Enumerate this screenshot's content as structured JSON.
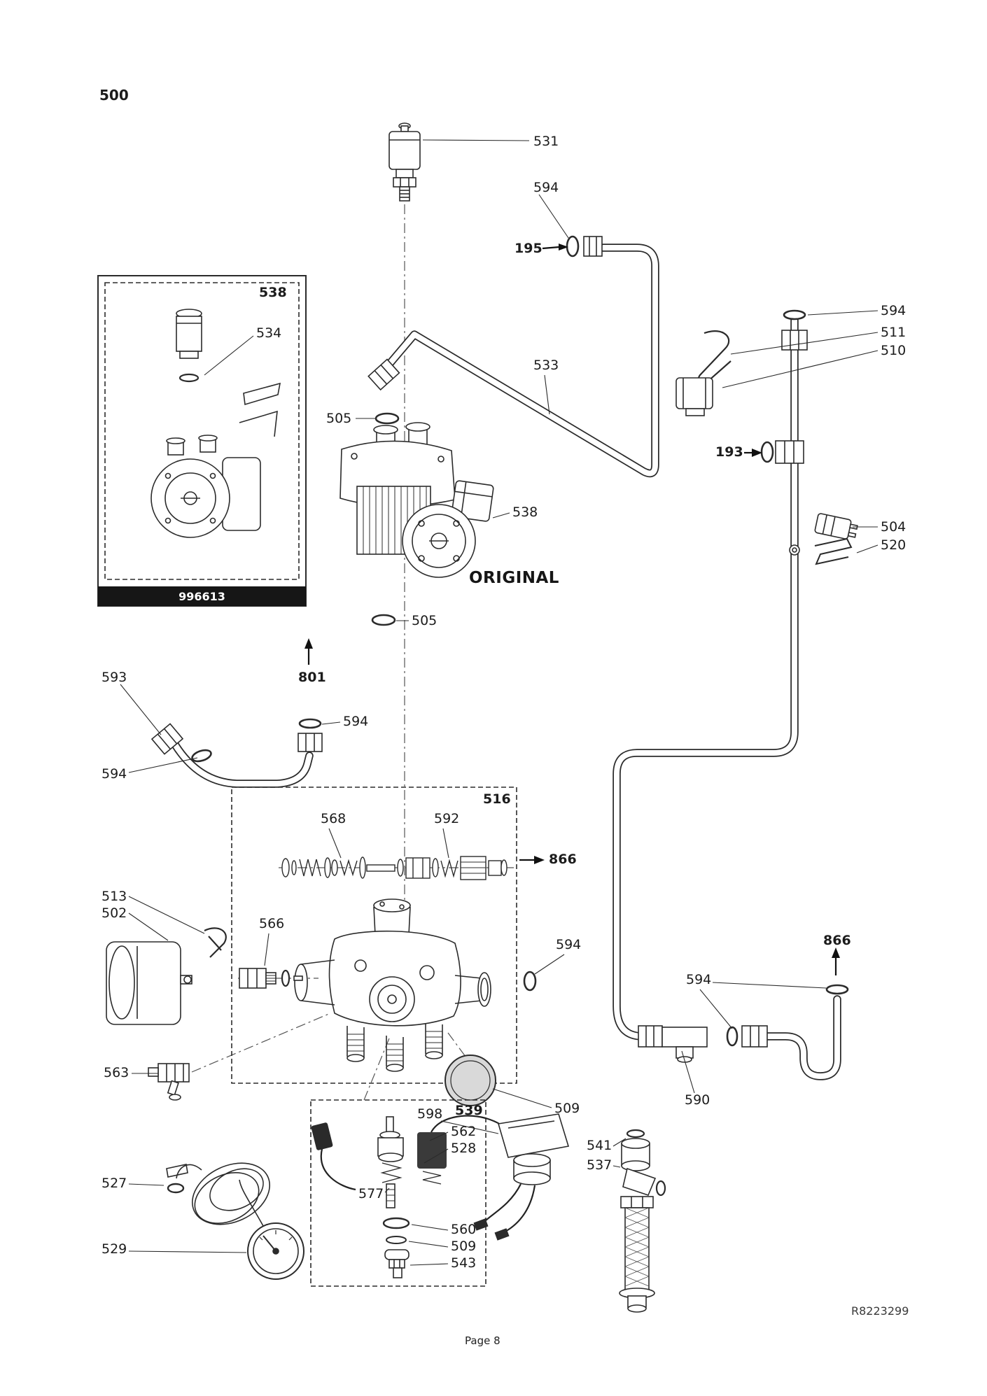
{
  "page": {
    "figure_number": "500",
    "footer_page_label": "Page 8",
    "doc_ref": "R8223299"
  },
  "inset": {
    "box_callout": "538",
    "part_code": "996613"
  },
  "pump": {
    "original_mark": "ORIGINAL"
  },
  "colors": {
    "line": "#2b2b2b",
    "background": "#ffffff",
    "inset_bar": "#161616",
    "diaphragm_fill": "#d9d9d9",
    "solenoid_fill": "#3a3a3a"
  },
  "callouts": {
    "c531": "531",
    "c594_top": "594",
    "c195": "195",
    "c534": "534",
    "c505_upper": "505",
    "c533": "533",
    "c538_pump": "538",
    "c505_lower": "505",
    "c594_right_top": "594",
    "c511": "511",
    "c510": "510",
    "c193": "193",
    "c504": "504",
    "c520": "520",
    "c593": "593",
    "c801": "801",
    "c594_union": "594",
    "c594_left": "594",
    "c516": "516",
    "c568": "568",
    "c592": "592",
    "c866_mid": "866",
    "c513": "513",
    "c502": "502",
    "c566": "566",
    "c594_valve": "594",
    "c866_right": "866",
    "c594_tee": "594",
    "c563": "563",
    "c590": "590",
    "c598": "598",
    "c539": "539",
    "c509_disc": "509",
    "c562": "562",
    "c528": "528",
    "c541": "541",
    "c537": "537",
    "c527": "527",
    "c577": "577",
    "c560": "560",
    "c509_valve": "509",
    "c543": "543",
    "c529": "529"
  }
}
